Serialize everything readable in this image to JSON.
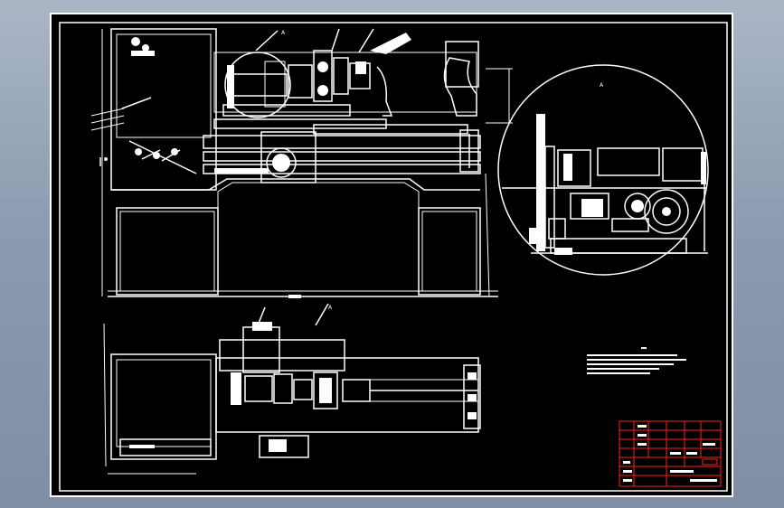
{
  "drawing": {
    "view_labels": {
      "front_section": "A",
      "detail": "A",
      "top_view": "A"
    }
  },
  "colors": {
    "background": "#000000",
    "lines": "#ffffff",
    "title_block": "#ff2020",
    "outer_frame": "#8c9bb0"
  }
}
